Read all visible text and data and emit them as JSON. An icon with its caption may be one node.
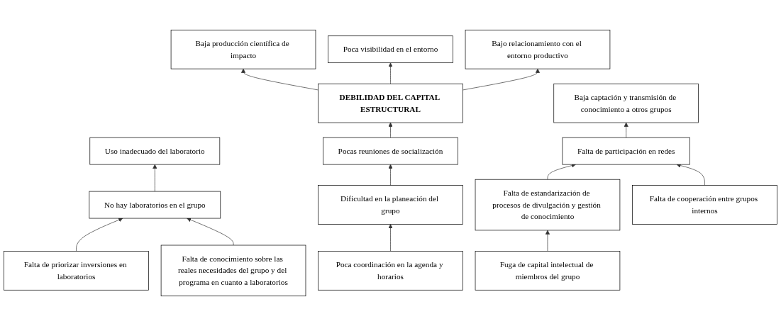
{
  "diagram": {
    "nodes": [
      {
        "text": [
          "Baja producción científica de impacto"
        ]
      },
      {
        "text": [
          "Poca visibilidad en el entorno"
        ]
      },
      {
        "text": [
          "Bajo relacionamiento con el entorno productivo"
        ]
      },
      {
        "text": [
          "DEBILIDAD DEL CAPITAL ESTRUCTURAL"
        ]
      },
      {
        "text": [
          "Baja captación y transmisión de conocimiento a otros grupos"
        ]
      },
      {
        "text": [
          "Uso inadecuado del laboratorio"
        ]
      },
      {
        "text": [
          "Pocas reuniones de socialización"
        ]
      },
      {
        "text": [
          "Falta de participación en redes"
        ]
      },
      {
        "text": [
          "No hay laboratorios en el grupo"
        ]
      },
      {
        "text": [
          "Dificultad en la planeación del grupo"
        ]
      },
      {
        "text": [
          "Falta de estandarización de procesos de divulgación y gestión de conocimiento"
        ]
      },
      {
        "text": [
          "Falta de cooperación entre grupos internos"
        ]
      },
      {
        "text": [
          "Falta de priorizar inversiones en laboratorios"
        ]
      },
      {
        "text": [
          "Falta de conocimiento sobre las reales necesidades del grupo y del programa en cuanto a laboratorios"
        ]
      },
      {
        "text": [
          "Poca coordinación en la agenda y horarios"
        ]
      },
      {
        "text": [
          "Fuga de capital intelectual de miembros del grupo"
        ]
      }
    ],
    "edges": [
      {
        "from": 3,
        "to": 0,
        "arrow": "to"
      },
      {
        "from": 3,
        "to": 1,
        "arrow": "to"
      },
      {
        "from": 3,
        "to": 2,
        "arrow": "to"
      },
      {
        "from": 6,
        "to": 3,
        "arrow": "to"
      },
      {
        "from": 7,
        "to": 4,
        "arrow": "to"
      },
      {
        "from": 8,
        "to": 5,
        "arrow": "to"
      },
      {
        "from": 9,
        "to": 6,
        "arrow": "to"
      },
      {
        "from": 10,
        "to": 7,
        "arrow": "to"
      },
      {
        "from": 11,
        "to": 7,
        "arrow": "to"
      },
      {
        "from": 12,
        "to": 8,
        "arrow": "to"
      },
      {
        "from": 13,
        "to": 8,
        "arrow": "to"
      },
      {
        "from": 14,
        "to": 9,
        "arrow": "to"
      },
      {
        "from": 15,
        "to": 10,
        "arrow": "to"
      }
    ]
  }
}
